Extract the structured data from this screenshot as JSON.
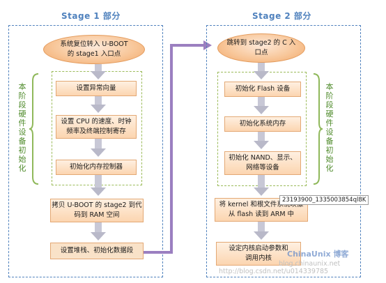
{
  "stage1": {
    "title": "Stage 1 部分",
    "start": [
      "系统复位转入 U-BOOT",
      "的 stage1 入口点"
    ],
    "steps": [
      {
        "lines": [
          "设置异常向量"
        ]
      },
      {
        "lines": [
          "设置 CPU 的速度、时钟",
          "频率及终端控制寄存"
        ]
      },
      {
        "lines": [
          "初始化内存控制器"
        ]
      },
      {
        "lines": [
          "拷贝 U-BOOT 的 stage2 到代",
          "码到 RAM 空间"
        ]
      },
      {
        "lines": [
          "设置堆栈、初始化数据段"
        ]
      }
    ],
    "hw_label": "本阶段硬件设备初始化"
  },
  "stage2": {
    "title": "Stage 2 部分",
    "start": [
      "跳转到 stage2 的 C 入",
      "口点"
    ],
    "steps": [
      {
        "lines": [
          "初始化 Flash 设备"
        ]
      },
      {
        "lines": [
          "初始化系统内存"
        ]
      },
      {
        "lines": [
          "初始化 NAND、显示、",
          "网络等设备"
        ]
      },
      {
        "lines": [
          "将 kernel 和根文件系统映像",
          "从 flash 读到 ARM 中"
        ]
      },
      {
        "lines": [
          "设定内核启动参数和",
          "调用内核"
        ]
      }
    ],
    "hw_label": "本阶段硬件设备初始化"
  },
  "overlay": {
    "image_id_label": "23193900_1335003854ql8K",
    "logo": "ChinaUnix 博客",
    "url": "blog.chinaunix.net",
    "credit": "http://blog.csdn.net/u014339785"
  },
  "colors": {
    "stage_border": "#4f81bd",
    "hw_border": "#9bbb59",
    "connector": "#9b7fc0",
    "box_fill": "#fcd5b0"
  }
}
